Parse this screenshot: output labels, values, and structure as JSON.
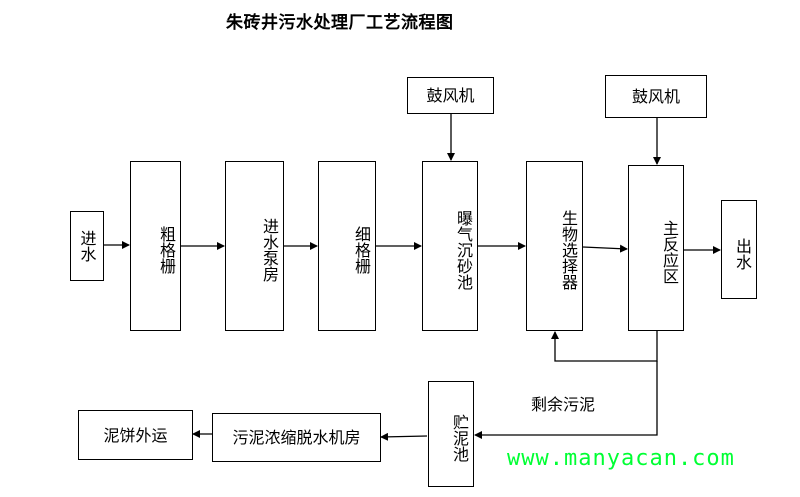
{
  "title": "朱砖井污水处理厂工艺流程图",
  "nodes": {
    "inlet": "进水",
    "coarse_screen": "粗格栅",
    "inlet_pump_house": "进水泵房",
    "fine_screen": "细格栅",
    "aerated_grit_chamber": "曝气沉砂池",
    "bio_selector": "生物选择器",
    "main_reactor": "主反应区",
    "outlet": "出水",
    "blower_1": "鼓风机",
    "blower_2": "鼓风机",
    "sludge_storage": "贮泥池",
    "sludge_dewatering_room": "污泥浓缩脱水机房",
    "sludge_cake_transport": "泥饼外运"
  },
  "labels": {
    "excess_sludge": "剩余污泥"
  },
  "watermark": "www.manyacan.com"
}
